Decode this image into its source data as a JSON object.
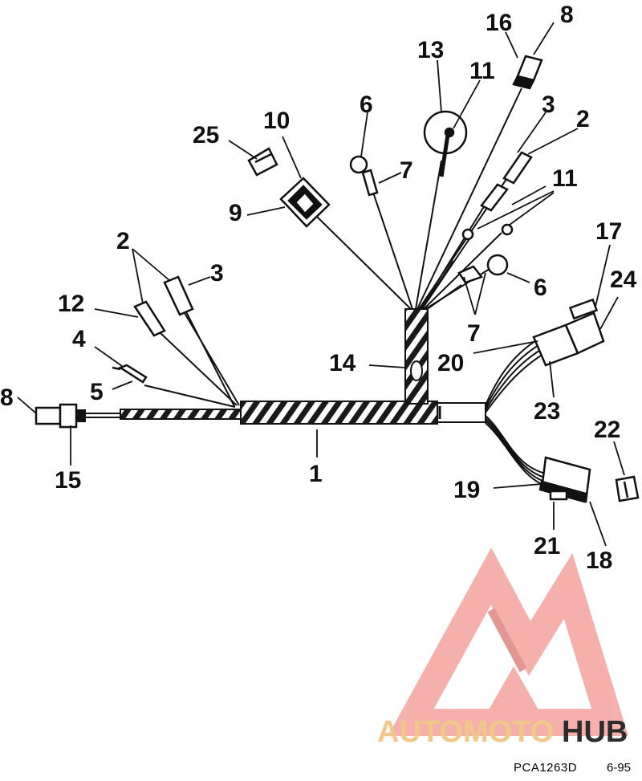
{
  "diagram": {
    "callouts": [
      "8",
      "16",
      "13",
      "11",
      "3",
      "2",
      "6",
      "10",
      "25",
      "7",
      "11",
      "9",
      "17",
      "2",
      "3",
      "24",
      "12",
      "6",
      "4",
      "7",
      "14",
      "20",
      "5",
      "8",
      "23",
      "22",
      "1",
      "15",
      "19",
      "21",
      "18"
    ]
  },
  "watermark": {
    "text_a": "AUTOMOTO",
    "text_b": "HUB",
    "color_main": "#f4a8a4",
    "color_dark": "#2c2c2c",
    "color_accent": "#f2c88a"
  },
  "footer": {
    "code": "PCA1263D",
    "date": "6-95"
  },
  "colors": {
    "ink": "#111111",
    "background": "#ffffff"
  }
}
